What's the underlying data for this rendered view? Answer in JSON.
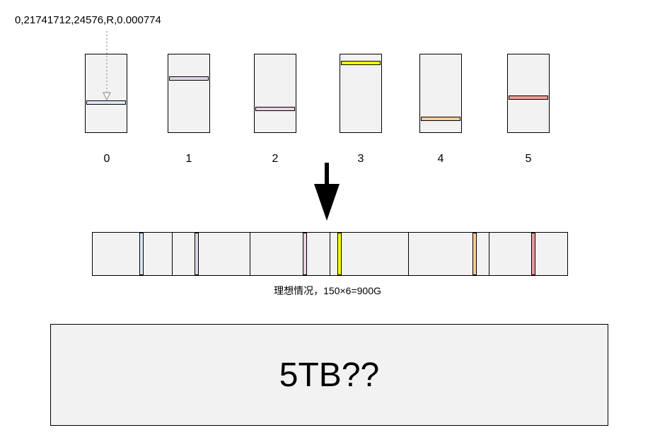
{
  "annotation": "0,21741712,24576,R,0.000774",
  "disks": [
    {
      "label": "0",
      "band_color": "#dae8fc",
      "band_level": 0.62
    },
    {
      "label": "1",
      "band_color": "#e1d5e7",
      "band_level": 0.31
    },
    {
      "label": "2",
      "band_color": "#e6d0de",
      "band_level": 0.7
    },
    {
      "label": "3",
      "band_color": "#ffff00",
      "band_level": 0.11
    },
    {
      "label": "4",
      "band_color": "#ffcc99",
      "band_level": 0.83
    },
    {
      "label": "5",
      "band_color": "#f19c99",
      "band_level": 0.55
    }
  ],
  "merged": {
    "band_colors": [
      "#dae8fc",
      "#e1d5e7",
      "#e6d0de",
      "#ffff00",
      "#ffcc99",
      "#f19c99"
    ]
  },
  "caption": "理想情况，150×6=900G",
  "total_label": "5TB??",
  "colors": {
    "fill": "#f2f2f2",
    "stroke": "#000000",
    "dotted_arrow": "#999999"
  }
}
